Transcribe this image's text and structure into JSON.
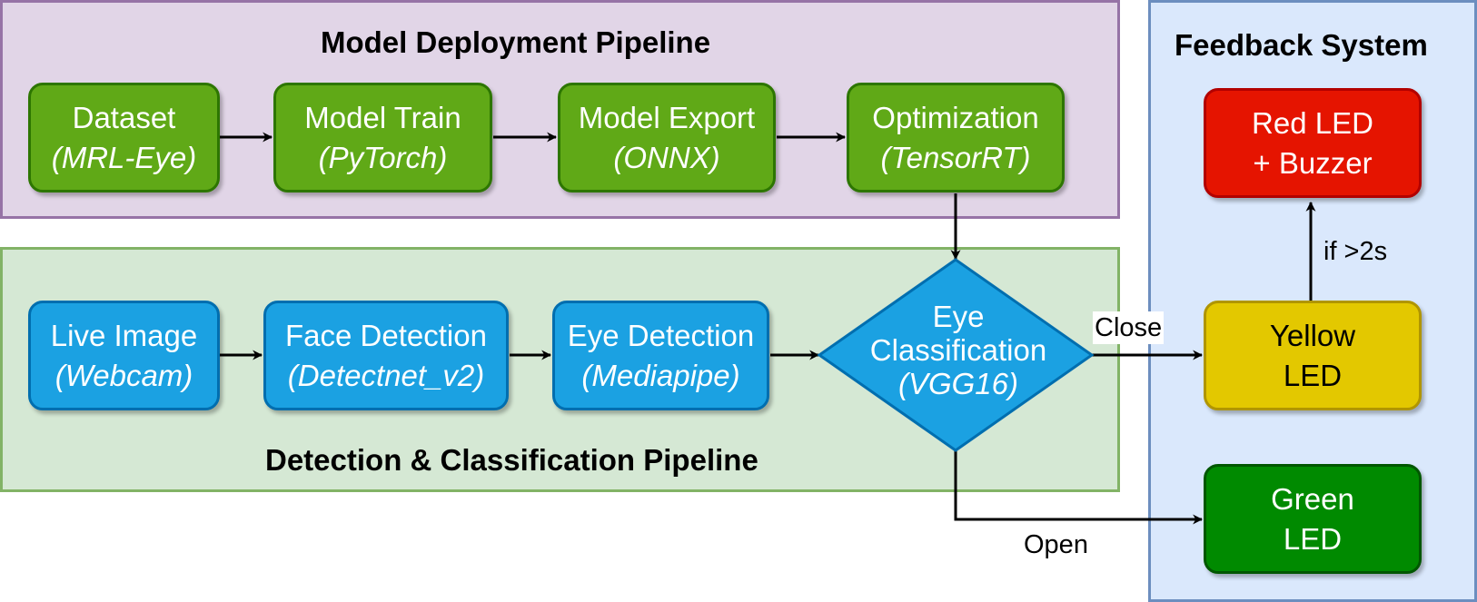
{
  "panels": {
    "deploy_title": "Model Deployment Pipeline",
    "detect_title": "Detection & Classification Pipeline",
    "feedback_title": "Feedback System"
  },
  "nodes": {
    "dataset": {
      "line1": "Dataset",
      "line2": "(MRL-Eye)"
    },
    "model_train": {
      "line1": "Model Train",
      "line2": "(PyTorch)"
    },
    "model_export": {
      "line1": "Model Export",
      "line2": "(ONNX)"
    },
    "optimization": {
      "line1": "Optimization",
      "line2": "(TensorRT)"
    },
    "live_image": {
      "line1": "Live Image",
      "line2": "(Webcam)"
    },
    "face_detection": {
      "line1": "Face Detection",
      "line2": "(Detectnet_v2)"
    },
    "eye_detection": {
      "line1": "Eye Detection",
      "line2": "(Mediapipe)"
    },
    "eye_classification": {
      "line1": "Eye",
      "line2": "Classification",
      "line3": "(VGG16)"
    },
    "red_led": {
      "line1": "Red LED",
      "line2": "+ Buzzer"
    },
    "yellow_led": {
      "line1": "Yellow",
      "line2": "LED"
    },
    "green_led": {
      "line1": "Green",
      "line2": "LED"
    }
  },
  "edge_labels": {
    "close": "Close",
    "open": "Open",
    "if_over_2s": "if >2s"
  },
  "colors": {
    "deploy_panel": "#e1d5e7",
    "detect_panel": "#d5e8d4",
    "feedback_panel": "#dae8fc",
    "green_node": "#60a917",
    "blue_node": "#1ba1e2",
    "red_led": "#e51400",
    "yellow_led": "#e3c800",
    "green_led": "#008a00"
  }
}
